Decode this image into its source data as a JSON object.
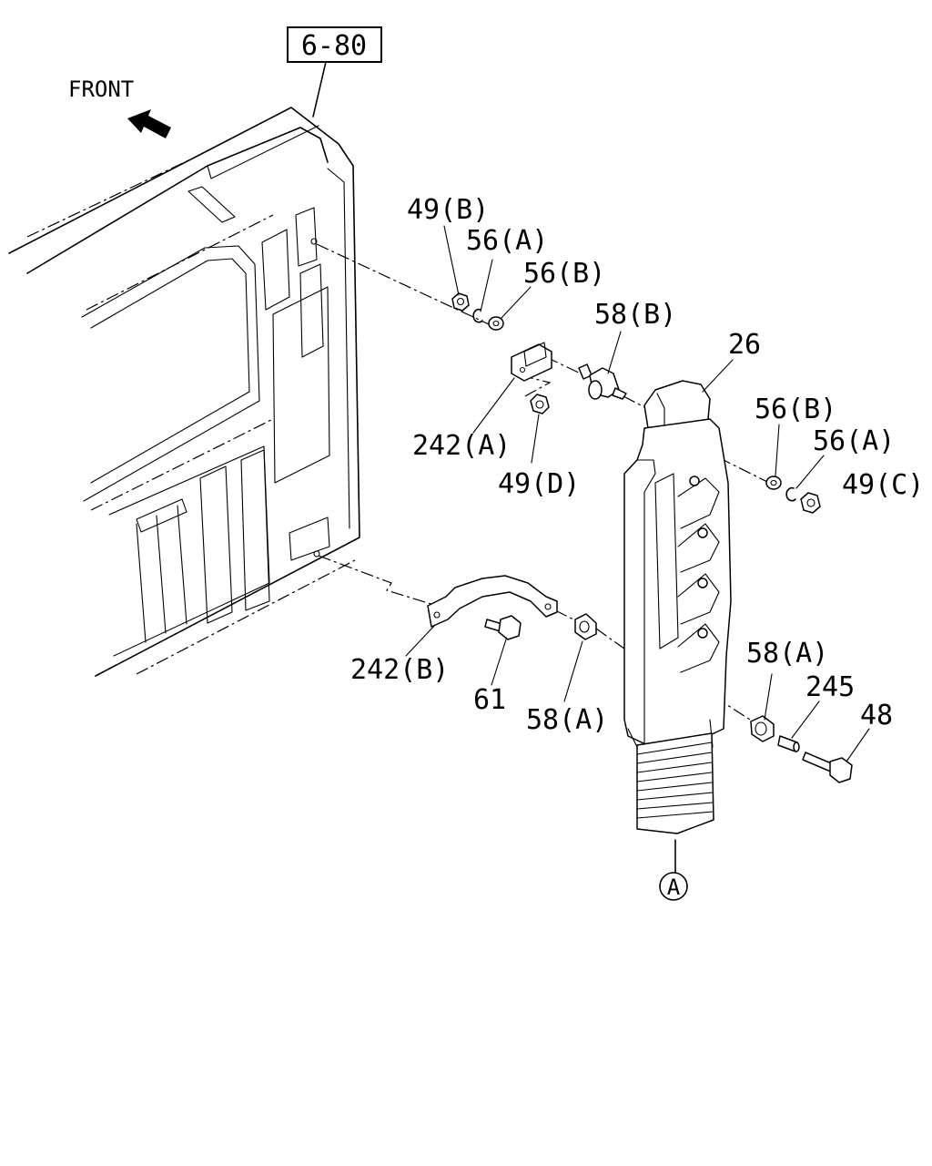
{
  "diagram": {
    "reference_box": "6-80",
    "direction_label": "FRONT",
    "connector_label": "A",
    "callouts": {
      "c_49B": "49(B)",
      "c_56A_top": "56(A)",
      "c_56B_top": "56(B)",
      "c_58B": "58(B)",
      "c_26": "26",
      "c_242A": "242(A)",
      "c_49D": "49(D)",
      "c_56B_right": "56(B)",
      "c_56A_right": "56(A)",
      "c_49C": "49(C)",
      "c_242B": "242(B)",
      "c_61": "61",
      "c_58A_left": "58(A)",
      "c_58A_right": "58(A)",
      "c_245": "245",
      "c_48": "48"
    }
  }
}
